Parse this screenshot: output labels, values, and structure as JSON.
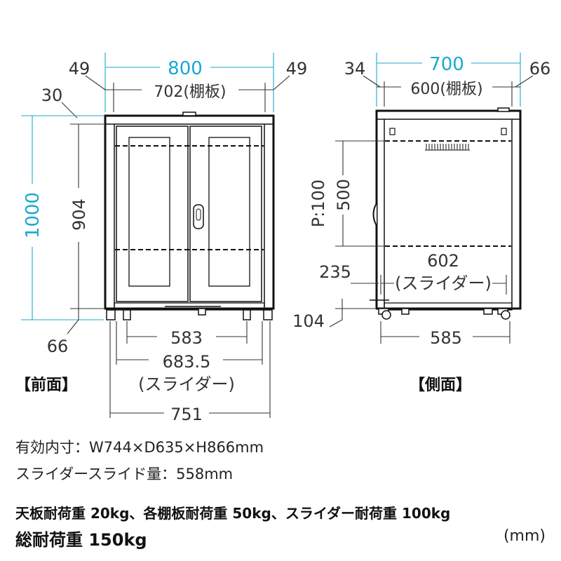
{
  "front": {
    "label": "【前面】",
    "width_total": "800",
    "left_overhang": "49",
    "right_overhang": "49",
    "shelf_width": "702(棚板)",
    "top_thickness": "30",
    "height_total": "1000",
    "height_inner": "904",
    "bottom": "66",
    "caster_width": "583",
    "slider_width": "683.5",
    "slider_note": "(スライダー)",
    "base_width": "751"
  },
  "side": {
    "label": "【側面】",
    "depth_total": "700",
    "front_offset": "34",
    "rear_offset": "66",
    "shelf_depth": "600(棚板)",
    "pitch": "P:100",
    "shelf_range": "500",
    "slider_height": "235",
    "slider_depth": "602",
    "slider_note": "(スライダー)",
    "base_height": "104",
    "caster_depth": "585"
  },
  "specs": {
    "effective_dims": "有効内寸：W744×D635×H866mm",
    "slider_travel": "スライダースライド量：558mm",
    "load_line": "天板耐荷重 20kg、各棚板耐荷重 50kg、スライダー耐荷重 100kg",
    "total_load": "総耐荷重 150kg",
    "unit": "(mm)"
  },
  "colors": {
    "outer_dimension": "#1aa9cf",
    "line": "#333333"
  }
}
